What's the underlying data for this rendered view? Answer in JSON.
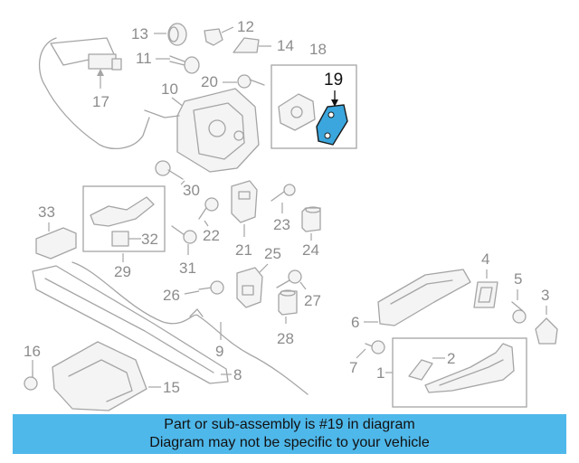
{
  "diagram": {
    "highlighted_part": "19",
    "highlight_color": "#3aa6dd",
    "banner_color": "#4fb8ea",
    "callouts": {
      "c1": "1",
      "c2": "2",
      "c3": "3",
      "c4": "4",
      "c5": "5",
      "c6": "6",
      "c7": "7",
      "c8": "8",
      "c9": "9",
      "c10": "10",
      "c11": "11",
      "c12": "12",
      "c13": "13",
      "c14": "14",
      "c15": "15",
      "c16": "16",
      "c17": "17",
      "c18": "18",
      "c19": "19",
      "c20": "20",
      "c21": "21",
      "c22": "22",
      "c23": "23",
      "c24": "24",
      "c25": "25",
      "c26": "26",
      "c27": "27",
      "c28": "28",
      "c29": "29",
      "c30": "30",
      "c31": "31",
      "c32": "32",
      "c33": "33"
    }
  },
  "banner": {
    "line1": "Part or sub-assembly is #19 in diagram",
    "line2": "Diagram may not be specific to your vehicle"
  }
}
